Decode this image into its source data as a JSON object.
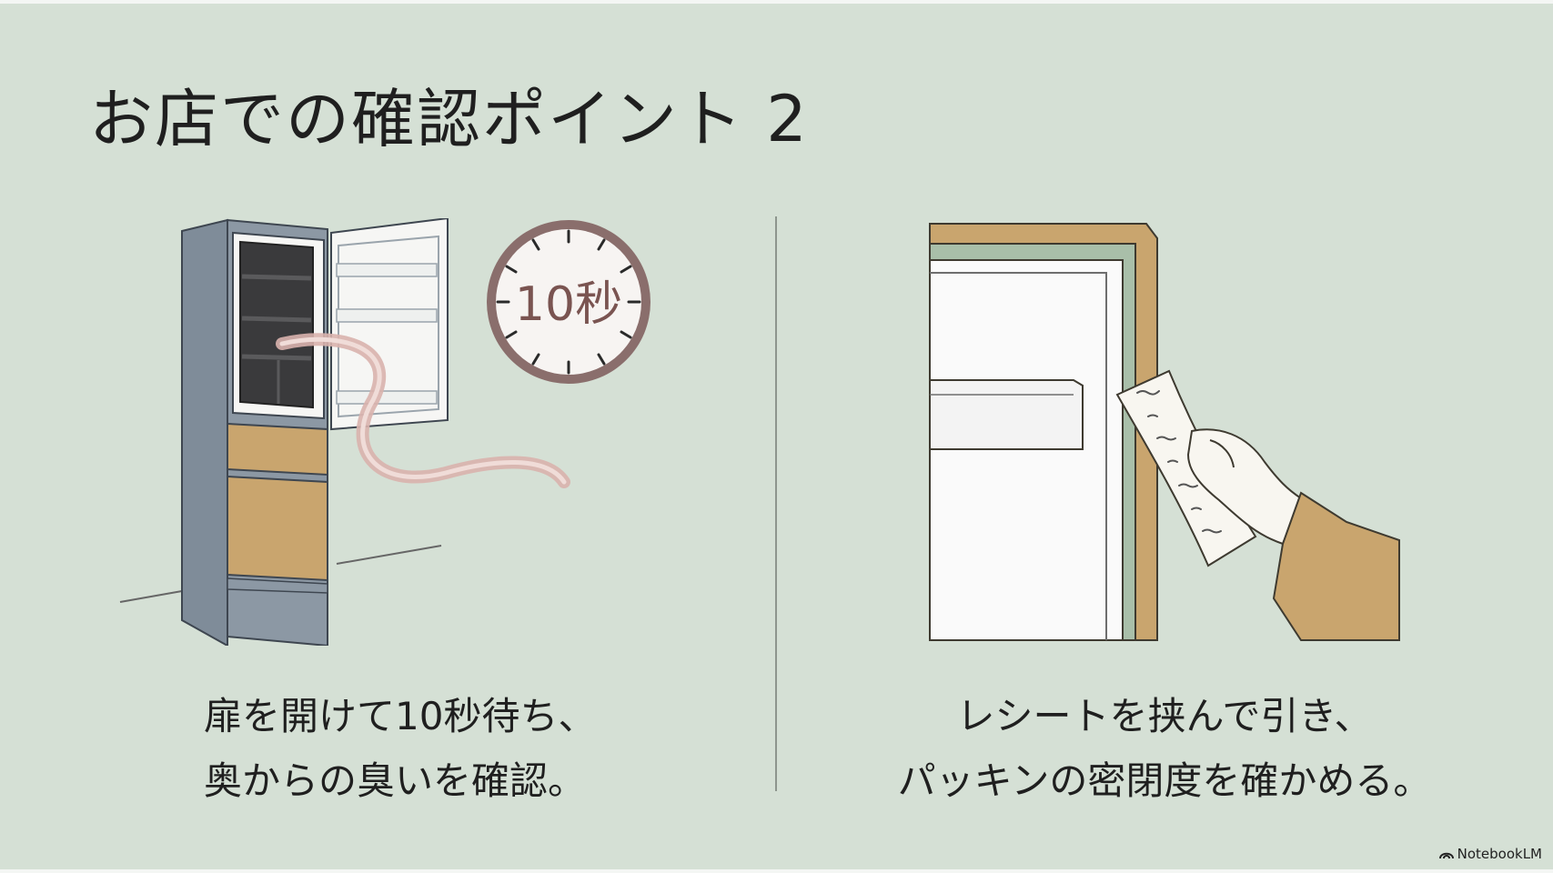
{
  "slide": {
    "title": "お店での確認ポイント 2"
  },
  "left_panel": {
    "timer_label": "10秒",
    "caption_line1": "扉を開けて10秒待ち、",
    "caption_line2": "奥からの臭いを確認。"
  },
  "right_panel": {
    "caption_line1": "レシートを挟んで引き、",
    "caption_line2": "パッキンの密閉度を確かめる。"
  },
  "branding": {
    "label": "NotebookLM"
  },
  "colors": {
    "background": "#d5e0d5",
    "fridge_body": "#7f8c99",
    "wood": "#c9a56e",
    "odor": "#d9b3ad",
    "timer_ring": "#8a6e6c",
    "timer_text": "#7a5451"
  },
  "icons": {
    "fridge": "fridge-illustration",
    "timer": "timer-icon",
    "receipt": "receipt-icon",
    "hand": "hand-icon",
    "logo": "notebooklm-logo-icon"
  }
}
